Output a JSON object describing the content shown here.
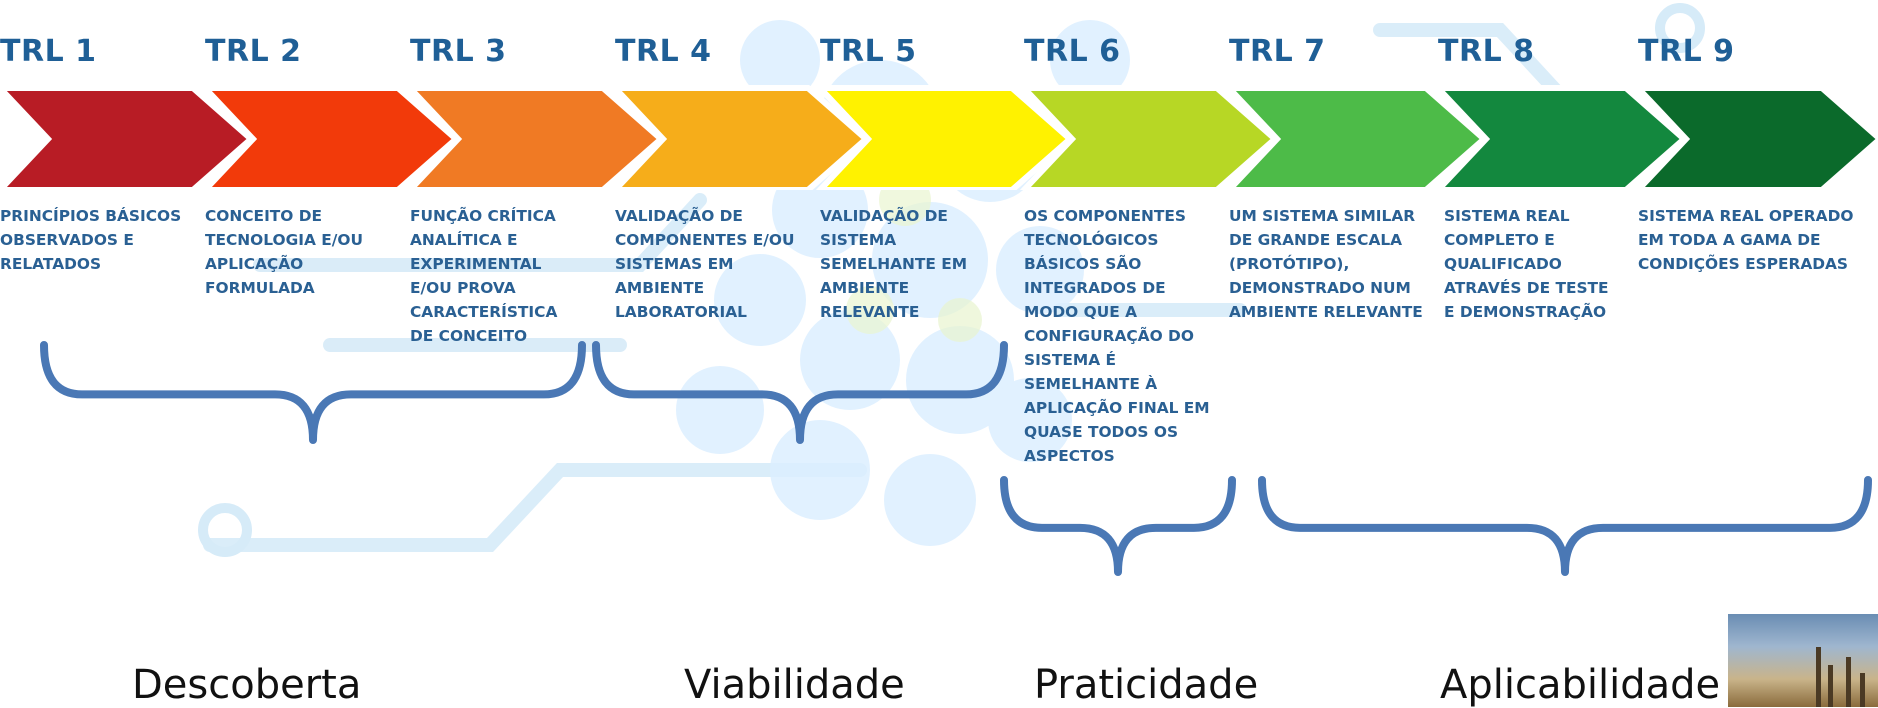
{
  "stages": [
    {
      "trl": "TRL 1",
      "color": "#b81c25",
      "description": "PRINCÍPIOS BÁSICOS OBSERVADOS E RELATADOS"
    },
    {
      "trl": "TRL 2",
      "color": "#f23a0a",
      "description": "CONCEITO DE TECNOLOGIA E/OU APLICAÇÃO FORMULADA"
    },
    {
      "trl": "TRL 3",
      "color": "#f07a24",
      "description": "FUNÇÃO CRÍTICA ANALÍTICA E EXPERIMENTAL E/OU PROVA CARACTERÍSTICA DE CONCEITO"
    },
    {
      "trl": "TRL 4",
      "color": "#f6ad1a",
      "description": "VALIDAÇÃO DE COMPONENTES E/OU SISTEMAS EM AMBIENTE LABORATORIAL"
    },
    {
      "trl": "TRL 5",
      "color": "#fff200",
      "description": "VALIDAÇÃO DE SISTEMA SEMELHANTE EM AMBIENTE RELEVANTE"
    },
    {
      "trl": "TRL 6",
      "color": "#b7d725",
      "description": "OS COMPONENTES TECNOLÓGICOS BÁSICOS SÃO INTEGRADOS DE MODO QUE A CONFIGURAÇÃO DO SISTEMA É SEMELHANTE À APLICAÇÃO FINAL EM QUASE TODOS OS ASPECTOS"
    },
    {
      "trl": "TRL 7",
      "color": "#4dbb48",
      "description": "UM SISTEMA SIMILAR DE GRANDE ESCALA (PROTÓTIPO), DEMONSTRADO NUM AMBIENTE RELEVANTE"
    },
    {
      "trl": "TRL 8",
      "color": "#13883e",
      "description": "SISTEMA REAL COMPLETO E QUALIFICADO ATRAVÉS DE TESTE E DEMONSTRAÇÃO"
    },
    {
      "trl": "TRL 9",
      "color": "#0b6a2b",
      "description": "SISTEMA REAL OPERADO EM TODA A GAMA DE CONDIÇÕES ESPERADAS"
    }
  ],
  "phases": [
    {
      "label": "Descoberta",
      "covers": [
        "TRL 1",
        "TRL 2",
        "TRL 3"
      ]
    },
    {
      "label": "Viabilidade",
      "covers": [
        "TRL 4",
        "TRL 5"
      ]
    },
    {
      "label": "Praticidade",
      "covers": [
        "TRL 6"
      ]
    },
    {
      "label": "Aplicabilidade",
      "covers": [
        "TRL 7",
        "TRL 8",
        "TRL 9"
      ]
    }
  ],
  "colors": {
    "trl_label": "#1f5f96",
    "description_text": "#2a6093",
    "brace": "#4a78b5",
    "background_circuit": "#cfe6f6"
  },
  "icons": [
    "decorative-circuit-background",
    "refinery-photo-thumbnail"
  ]
}
